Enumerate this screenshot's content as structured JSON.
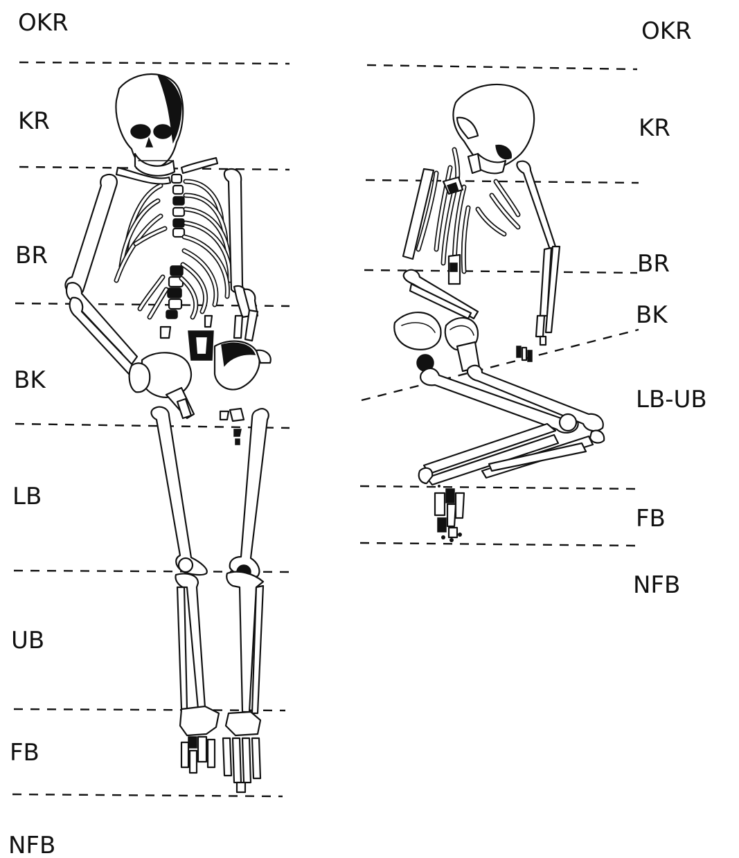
{
  "left_panel": {
    "zones": [
      "OKR",
      "KR",
      "BR",
      "BK",
      "LB",
      "UB",
      "FB",
      "NFB"
    ]
  },
  "right_panel": {
    "zones": [
      "OKR",
      "KR",
      "BR",
      "BK",
      "LB-UB",
      "FB",
      "NFB"
    ]
  },
  "colors": {
    "ink": "#111111",
    "paper": "#ffffff"
  }
}
